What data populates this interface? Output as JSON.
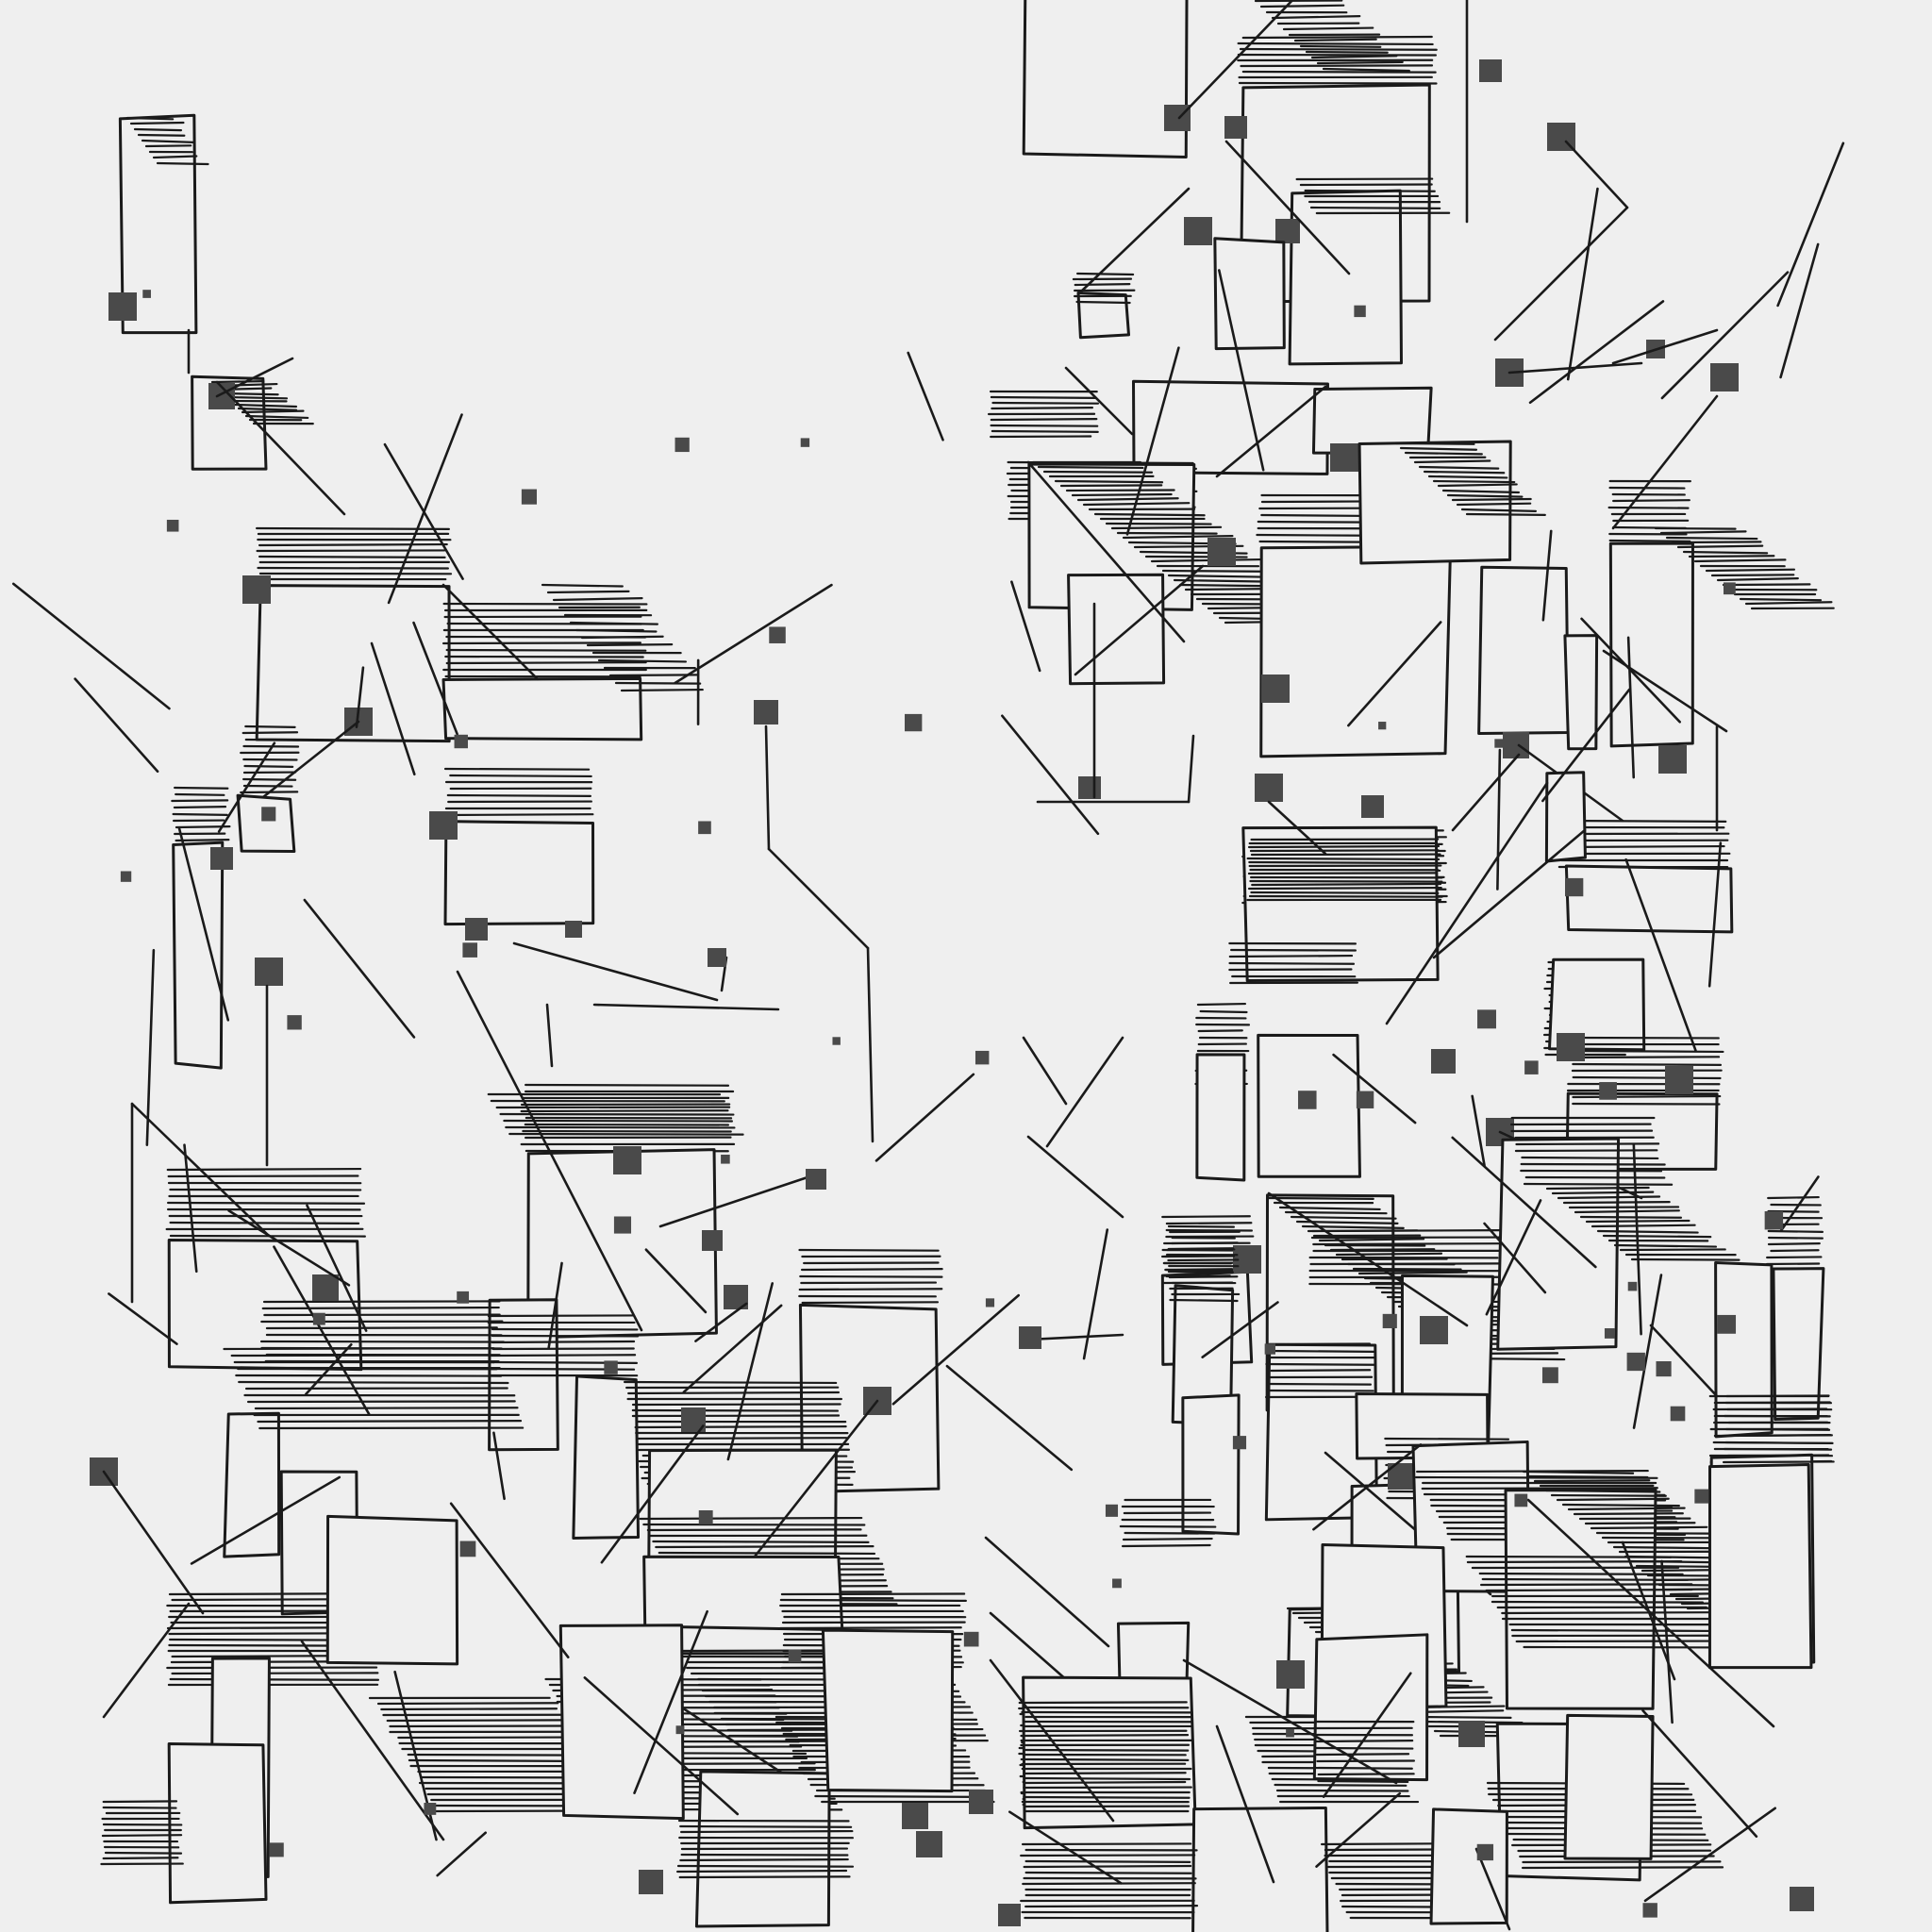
{
  "artwork": {
    "kind": "generative pen-plotter line drawing",
    "clusters": [
      "left-tower",
      "right-tower"
    ],
    "palette": {
      "paper": "#efefef",
      "ink": "#1a1a1a",
      "square_fill": "#4a4a4a"
    }
  }
}
